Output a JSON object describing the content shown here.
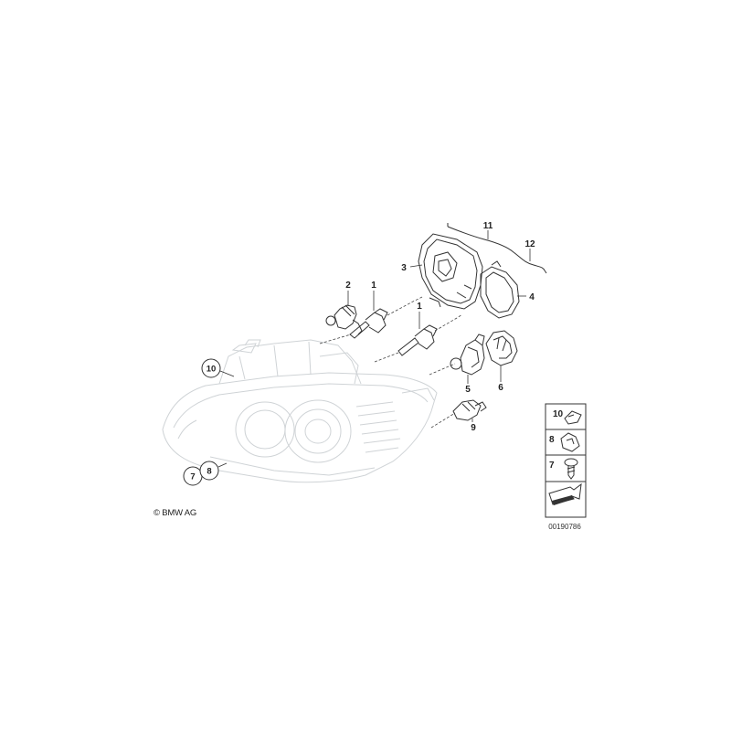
{
  "callouts": {
    "l1a": "1",
    "l1b": "1",
    "l2": "2",
    "l3": "3",
    "l4": "4",
    "l5": "5",
    "l6": "6",
    "l7": "7",
    "l8": "8",
    "l9": "9",
    "l10": "10",
    "l11": "11",
    "l12": "12"
  },
  "legend_box": {
    "items": [
      "10",
      "8",
      "7"
    ],
    "diagram_id": "00190786"
  },
  "footer": {
    "copyright": "© BMW AG"
  }
}
